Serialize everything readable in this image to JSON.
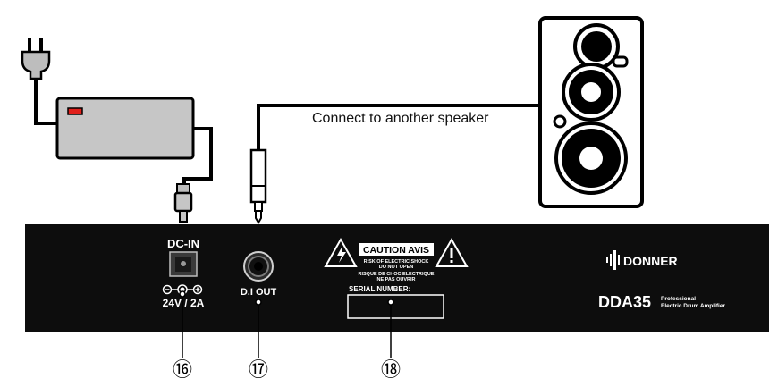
{
  "connection_label": "Connect to another speaker",
  "dc_in": {
    "label": "DC-IN",
    "power_rating": "24V / 2A"
  },
  "di_out": {
    "label": "D.I OUT"
  },
  "caution": {
    "title": "CAUTION  AVIS",
    "line1": "RISK OF ELECTRIC SHOCK",
    "line2": "DO NOT OPEN",
    "line3": "RISQUE DE CHOC ELECTRIQUE",
    "line4": "NE PAS OUVRIR"
  },
  "serial": {
    "label": "SERIAL NUMBER:"
  },
  "brand": {
    "name": "DONNER",
    "model": "DDA35",
    "subtitle_line1": "Professional",
    "subtitle_line2": "Electric Drum Amplifier"
  },
  "callouts": {
    "dc_in": "⑯",
    "di_out": "⑰",
    "serial": "⑱"
  },
  "colors": {
    "panel": "#0d0d0d",
    "adapter": "#c6c6c6",
    "indicator": "#e0201b",
    "speaker_cabinet": "#ffffff",
    "line": "#000000"
  }
}
